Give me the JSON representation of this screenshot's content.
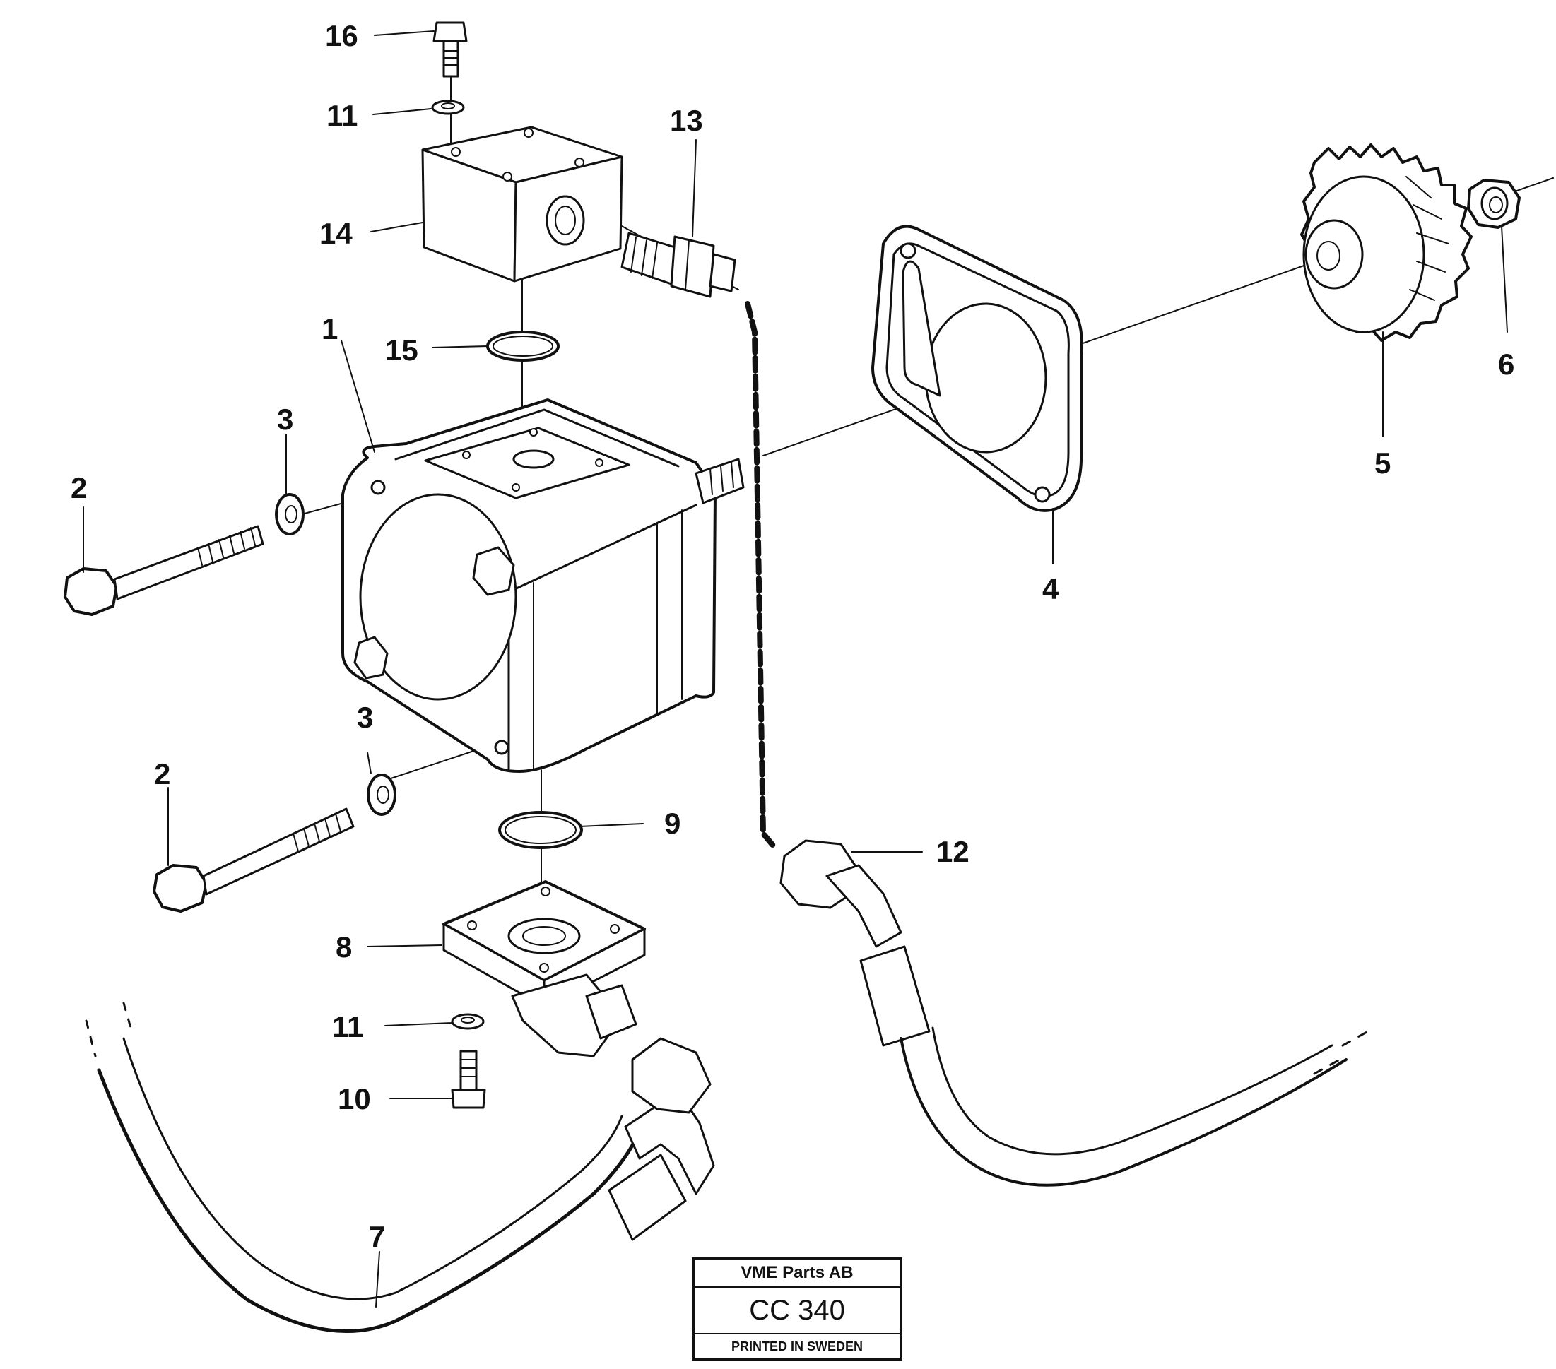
{
  "callouts": {
    "c1": "1",
    "c2a": "2",
    "c2b": "2",
    "c3a": "3",
    "c3b": "3",
    "c4": "4",
    "c5": "5",
    "c6": "6",
    "c7": "7",
    "c8": "8",
    "c9": "9",
    "c10": "10",
    "c11a": "11",
    "c11b": "11",
    "c12": "12",
    "c13": "13",
    "c14": "14",
    "c15": "15",
    "c16": "16"
  },
  "title_block": {
    "company": "VME Parts AB",
    "code": "CC 340",
    "printed": "PRINTED IN SWEDEN"
  },
  "colors": {
    "ink": "#111111",
    "paper": "#ffffff"
  }
}
